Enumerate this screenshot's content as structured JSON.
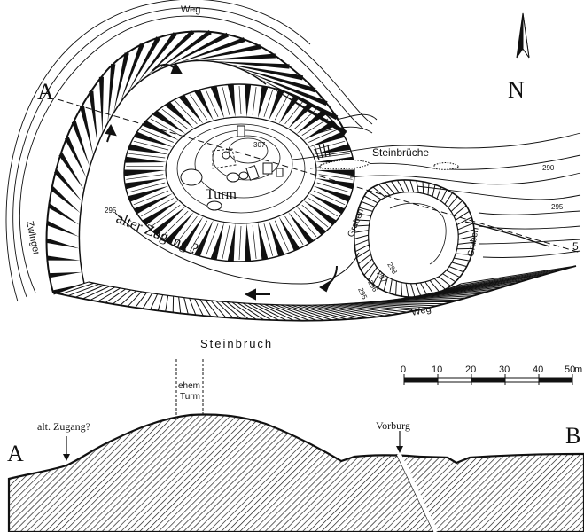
{
  "labels": {
    "weg_top": "Weg",
    "weg_bottom": "Weg",
    "section_start_plan": "A",
    "north": "N",
    "steinbrueche": "Steinbrüche",
    "elev_307": "307",
    "turm": "Turm",
    "elev_295_left": "295",
    "elev_290": "290",
    "elev_295_right": "295",
    "alter_zugang": "alter Zugang ?",
    "graben_left": "Graben",
    "graben_right": "Graben",
    "elev_298": "298",
    "elev_297": "297",
    "elev_296": "296",
    "elev_295_center": "295",
    "zwinger": "Zwinger",
    "section_end_plan": "5",
    "steinbruch": "Steinbruch"
  },
  "scale": {
    "ticks": [
      "0",
      "10",
      "20",
      "30",
      "40",
      "50"
    ],
    "unit": "m"
  },
  "profile": {
    "label_a": "A",
    "label_b": "B",
    "alt_zugang": "alt. Zugang?",
    "ehem_line1": "ehem",
    "ehem_line2": "Turm",
    "vorburg": "Vorburg"
  },
  "colors": {
    "ink": "#111111",
    "paper": "#ffffff"
  }
}
